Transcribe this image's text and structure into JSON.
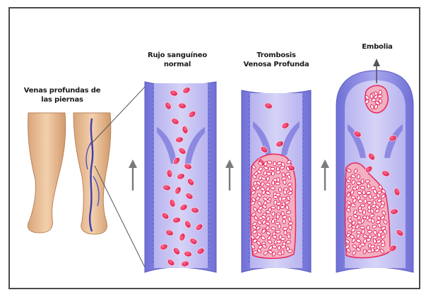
{
  "labels": {
    "deep_veins": "Venas profundas de\nlas piernas",
    "normal_flow": "Rujo sanguíneo\nnormal",
    "dvt": "Trombosis\nVenosa Profunda",
    "embolism": "Embolia"
  },
  "colors": {
    "vessel_wall": "#8f8fe0",
    "vessel_lumen": "#c9c6f4",
    "blood_cell": "#e8245c",
    "clot": "#f0a6b8",
    "skin": "#ebc29a",
    "arrow": "#7a7a7a"
  },
  "icons": [
    "up-arrow-icon",
    "up-arrow-icon",
    "up-arrow-icon",
    "up-arrow-icon"
  ]
}
